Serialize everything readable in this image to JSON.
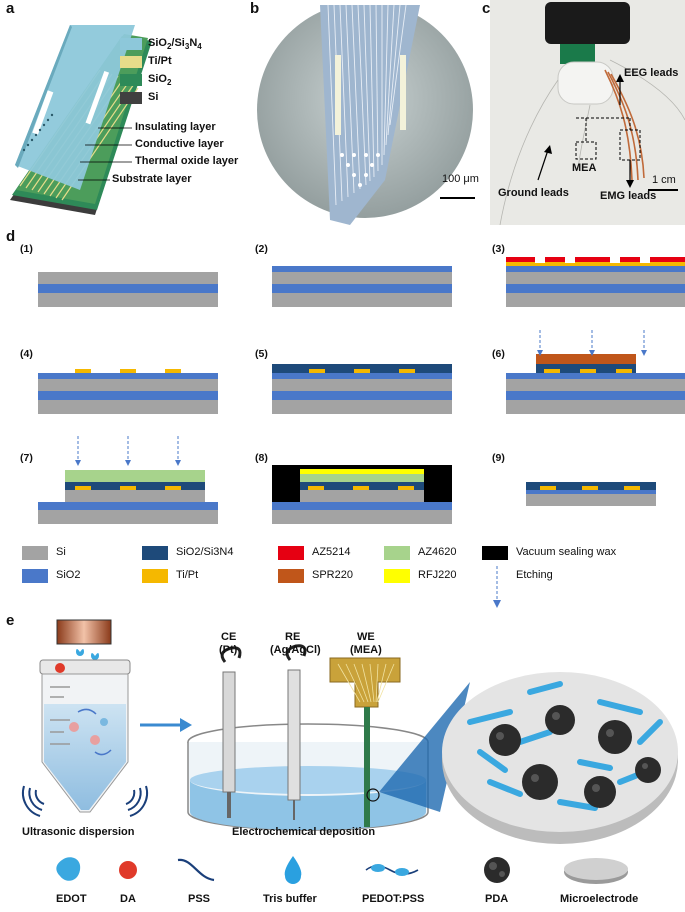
{
  "panels": {
    "a": "a",
    "b": "b",
    "c": "c",
    "d": "d",
    "e": "e"
  },
  "panel_a": {
    "legend": [
      {
        "formula": "SiO",
        "sub1": "2",
        "mid": "/Si",
        "sub2": "3",
        "tail": "N",
        "sub3": "4",
        "color": "#8dc8da"
      },
      {
        "formula": "Ti/Pt",
        "color": "#e6dc8a"
      },
      {
        "formula": "SiO",
        "sub1": "2",
        "color": "#2e8a58"
      },
      {
        "formula": "Si",
        "color": "#404040"
      }
    ],
    "layers": [
      "Insulating layer",
      "Conductive layer",
      "Thermal oxide layer",
      "Substrate layer"
    ]
  },
  "panel_b": {
    "scale": "100 μm"
  },
  "panel_c": {
    "eeg": "EEG leads",
    "mea": "MEA",
    "ground": "Ground leads",
    "emg": "EMG leads",
    "scale": "1 cm"
  },
  "panel_d": {
    "steps": [
      "(1)",
      "(2)",
      "(3)",
      "(4)",
      "(5)",
      "(6)",
      "(7)",
      "(8)",
      "(9)"
    ],
    "legend": [
      {
        "name": "Si",
        "color": "#a3a3a3"
      },
      {
        "name": "SiO2",
        "color": "#4a78c9"
      },
      {
        "name": "SiO2/Si3N4",
        "color": "#1e4a7a"
      },
      {
        "name": "Ti/Pt",
        "color": "#f5b800"
      },
      {
        "name": "AZ5214",
        "color": "#e60012"
      },
      {
        "name": "SPR220",
        "color": "#c0561a"
      },
      {
        "name": "AZ4620",
        "color": "#a7d38c"
      },
      {
        "name": "RFJ220",
        "color": "#ffff00"
      },
      {
        "name": "Vacuum sealing wax",
        "color": "#000000"
      },
      {
        "name": "Etching",
        "color": "#4a78c9"
      }
    ]
  },
  "panel_e": {
    "ce": "CE",
    "ce_sub": "(Pt)",
    "re": "RE",
    "re_sub": "(Ag/AgCl)",
    "we": "WE",
    "we_sub": "(MEA)",
    "ultrasonic": "Ultrasonic dispersion",
    "electro": "Electrochemical deposition",
    "legend": [
      "EDOT",
      "DA",
      "PSS",
      "Tris buffer",
      "PEDOT:PSS",
      "PDA",
      "Microelectrode"
    ]
  }
}
